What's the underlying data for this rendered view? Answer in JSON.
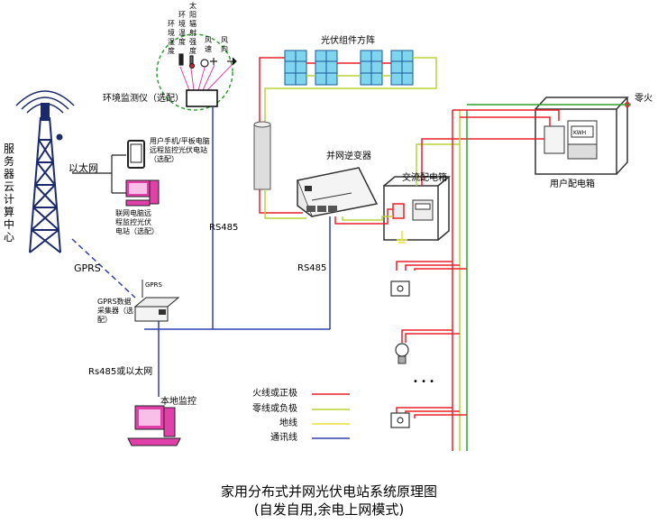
{
  "labels": {
    "server_center": "服务器云计算中心",
    "sensor_env_humidity": "环境湿度",
    "sensor_env_temp": "环境温度",
    "sensor_solar_irradiance": "太阳辐射强度",
    "sensor_wind_speed": "风速",
    "sensor_wind_direction": "风向",
    "env_monitor": "环境监测仪（选配）",
    "pv_array": "光伏组件方阵",
    "ethernet": "以太网",
    "phone_monitor": "用户手机/平板电脑远程监控光伏电站（选配）",
    "pc_monitor": "联网电脑远程监控光伏电站（选配）",
    "inverter": "并网逆变器",
    "ac_box": "交流配电箱",
    "user_box": "用户配电箱",
    "live_neutral": "零火",
    "rs485_left": "RS485",
    "rs485_right": "RS485",
    "gprs": "GPRS",
    "gprs_collector": "GPRS数据采集器（选配）",
    "gprs_device_tag": "GPRS",
    "rs485_or_eth": "Rs485或以太网",
    "local_monitor": "本地监控",
    "ellipsis": "• • •",
    "meter_tag": "KWH"
  },
  "legend": [
    {
      "label": "火线或正极",
      "color": "#e8202a"
    },
    {
      "label": "零线或负极",
      "color": "#b8d43a"
    },
    {
      "label": "地线",
      "color": "#e8e030"
    },
    {
      "label": "通讯线",
      "color": "#3040b0"
    }
  ],
  "title": {
    "line1": "家用分布式并网光伏电站系统原理图",
    "line2": "(自发自用,余电上网模式)"
  },
  "colors": {
    "live": "#e8202a",
    "neutral": "#b8d43a",
    "ground": "#e8e030",
    "comm": "#3040b0",
    "device_pink": "#e040a8",
    "panel_cyan": "#7fd4ee"
  }
}
